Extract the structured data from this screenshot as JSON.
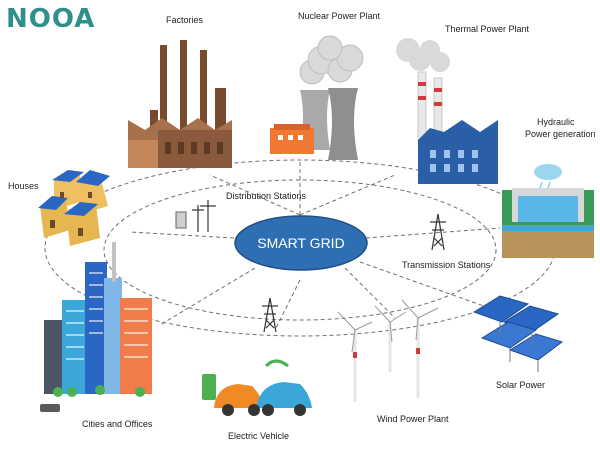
{
  "logo": {
    "text": "NOOA"
  },
  "hub": {
    "label": "SMART GRID",
    "fill": "#2e6fb3"
  },
  "nodes": {
    "factories": "Factories",
    "nuclear": "Nuclear Power Plant",
    "thermal": "Thermal Power Plant",
    "hydraulic_line1": "Hydraulic",
    "hydraulic_line2": "Power generation",
    "houses": "Houses",
    "distribution": "Distribution Stations",
    "transmission": "Transmission Stations",
    "cities": "Cities and Offices",
    "electric_vehicle": "Electric Vehicle",
    "wind": "Wind Power Plant",
    "solar": "Solar Power"
  },
  "colors": {
    "accent_teal": "#2f8f8a",
    "grid_blue": "#2e6fb3",
    "factory_brown": "#8b5a3c",
    "nuclear_orange": "#f07830",
    "thermal_blue": "#2a5fa8",
    "solar_blue": "#2a66c4",
    "ev_orange": "#f08a24",
    "ev_cyan": "#3aa7d8"
  },
  "icons": [
    "factory-icon",
    "nuclear-plant-icon",
    "thermal-plant-icon",
    "hydro-dam-icon",
    "houses-icon",
    "pylon-icon",
    "city-icon",
    "electric-car-icon",
    "wind-turbine-icon",
    "solar-panel-icon"
  ]
}
